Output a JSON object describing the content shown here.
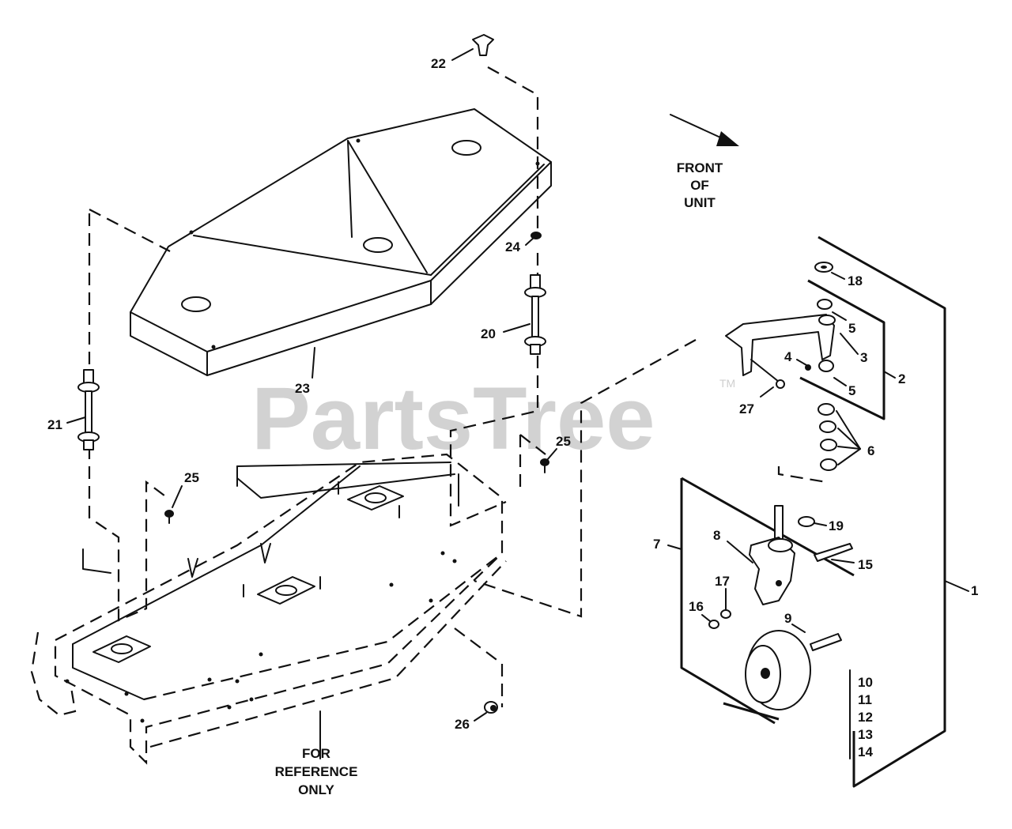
{
  "watermark": {
    "text": "PartsTree",
    "trademark": "TM"
  },
  "notes": {
    "front_of_unit": [
      "FRONT",
      "OF",
      "UNIT"
    ],
    "for_reference_only": [
      "FOR",
      "REFERENCE",
      "ONLY"
    ]
  },
  "callouts": {
    "c1": "1",
    "c2": "2",
    "c3": "3",
    "c4": "4",
    "c5a": "5",
    "c5b": "5",
    "c6": "6",
    "c7": "7",
    "c8": "8",
    "c9": "9",
    "c10": "10",
    "c11": "11",
    "c12": "12",
    "c13": "13",
    "c14": "14",
    "c15": "15",
    "c16": "16",
    "c17": "17",
    "c18": "18",
    "c19": "19",
    "c20": "20",
    "c21": "21",
    "c22": "22",
    "c23": "23",
    "c24": "24",
    "c25a": "25",
    "c25b": "25",
    "c26": "26",
    "c27": "27"
  }
}
